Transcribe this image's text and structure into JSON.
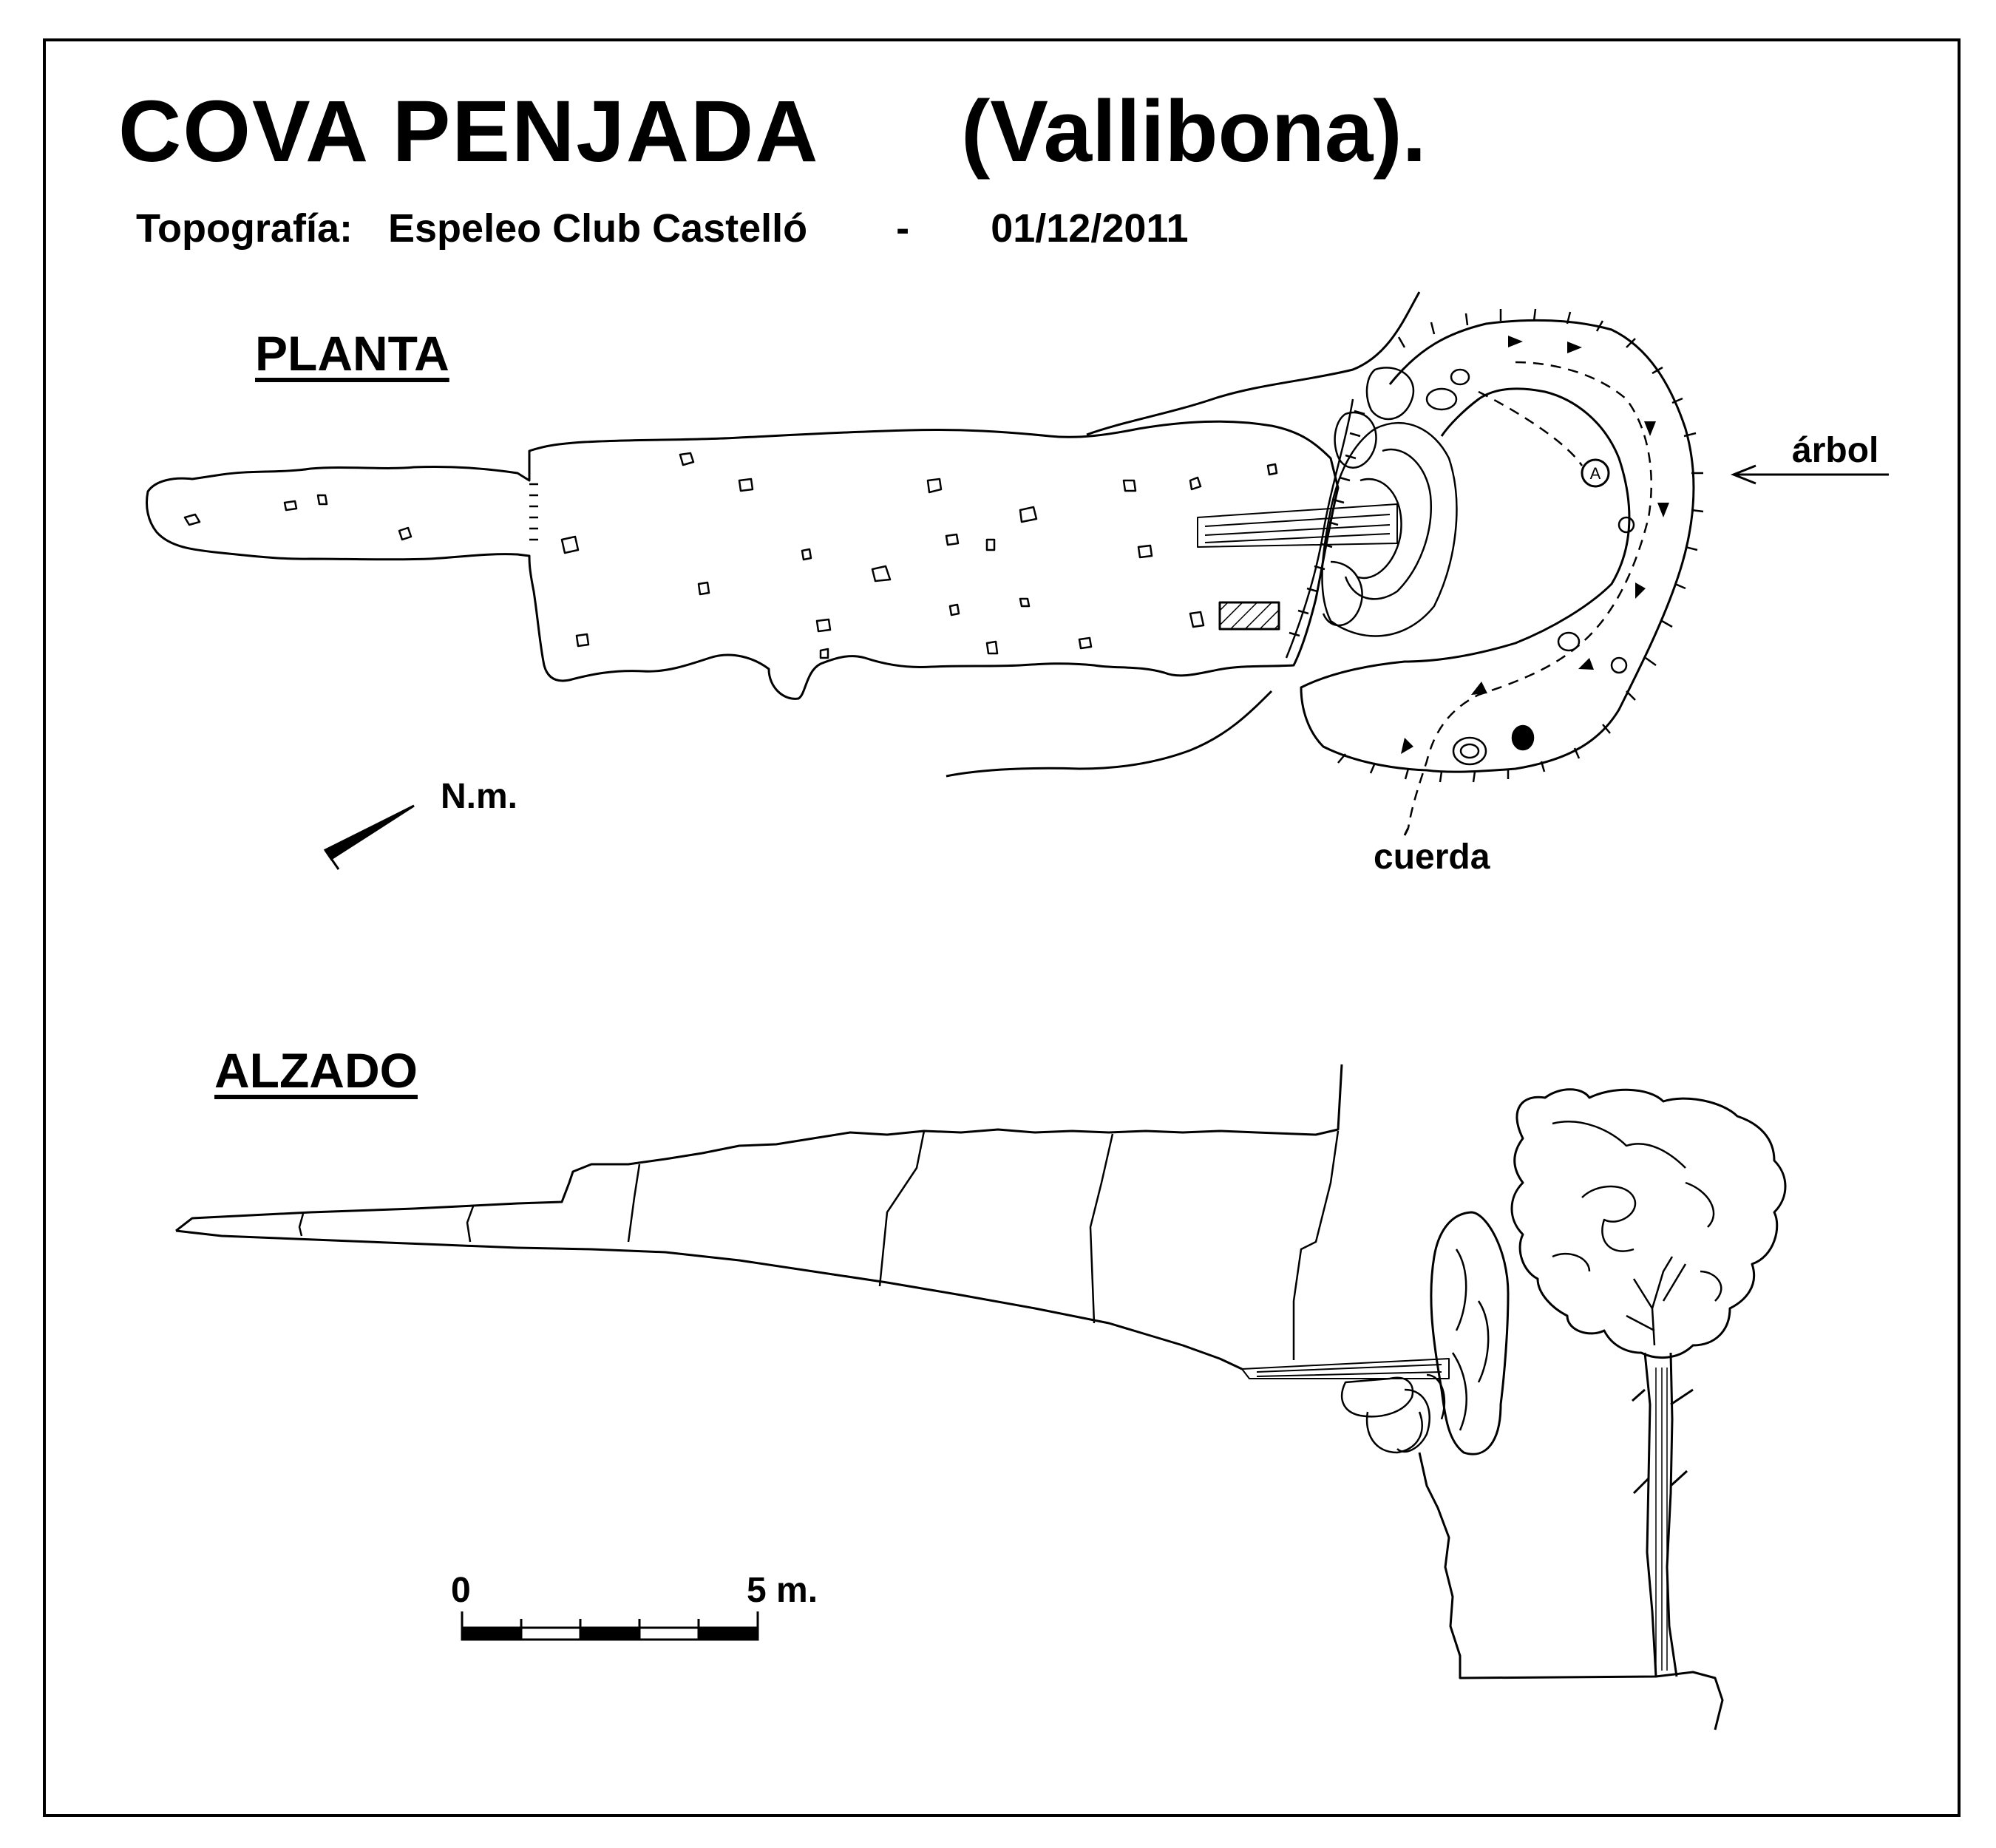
{
  "header": {
    "title": "COVA  PENJADA",
    "place": "(Vallibona).",
    "credit_label": "Topografía:",
    "credit_team": "Espeleo Club Castelló",
    "credit_separator": "-",
    "credit_date": "01/12/2011"
  },
  "views": {
    "plan_label": "PLANTA",
    "elevation_label": "ALZADO"
  },
  "annotations": {
    "tree_label": "árbol",
    "rope_label": "cuerda",
    "station_marker": "A"
  },
  "north": {
    "label": "N.m."
  },
  "scale_bar": {
    "start_label": "0",
    "end_label": "5 m."
  },
  "colors": {
    "ink": "#000000",
    "paper": "#ffffff"
  }
}
